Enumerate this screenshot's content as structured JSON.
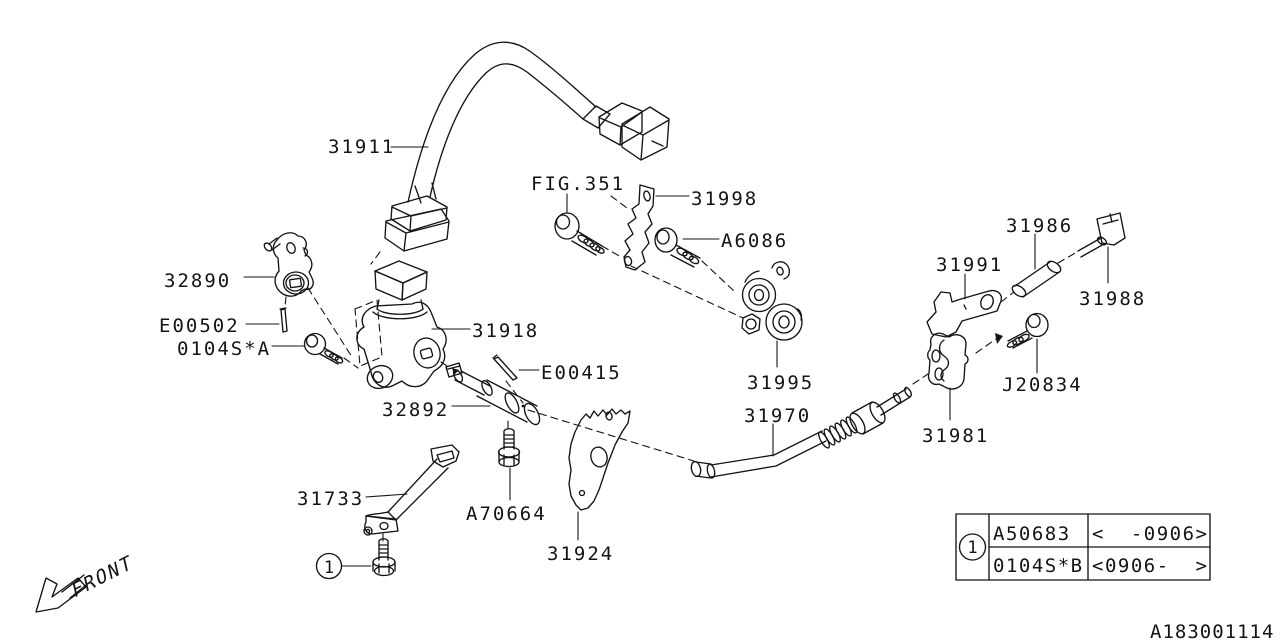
{
  "drawing_number": "A183001114",
  "front_label": "FRONT",
  "callout_ref": "1",
  "part_labels": {
    "p31911": "31911",
    "fig351": "FIG.351",
    "p31998": "31998",
    "a6086": "A6086",
    "p31986": "31986",
    "p31991": "31991",
    "p31988": "31988",
    "p32890": "32890",
    "e00502": "E00502",
    "s0104a": "0104S*A",
    "p31918": "31918",
    "e00415": "E00415",
    "p32892": "32892",
    "p31995": "31995",
    "j20834": "J20834",
    "p31970": "31970",
    "p31981": "31981",
    "p31733": "31733",
    "a70664": "A70664",
    "p31924": "31924"
  },
  "legend_table": {
    "ref": "1",
    "rows": [
      {
        "part": "A50683",
        "range": "<  -0906>"
      },
      {
        "part": "0104S*B",
        "range": "<0906-  >"
      }
    ]
  }
}
